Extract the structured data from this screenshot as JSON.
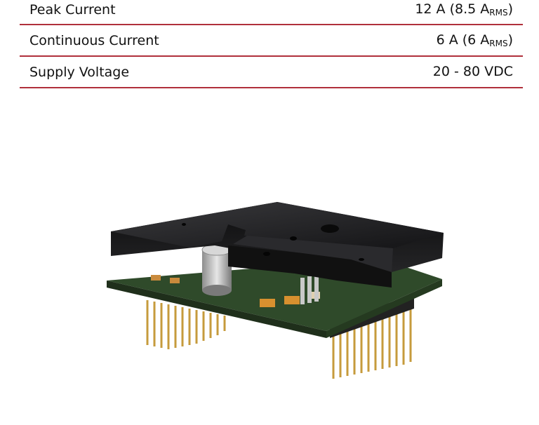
{
  "specs": [
    {
      "label": "Peak Current",
      "value_main": "12 A (8.5 A",
      "value_sub": "RMS",
      "value_end": ")"
    },
    {
      "label": "Continuous Current",
      "value_main": "6 A (6 A",
      "value_sub": "RMS",
      "value_end": ")"
    },
    {
      "label": "Supply Voltage",
      "value_main": "20 - 80 VDC",
      "value_sub": "",
      "value_end": ""
    }
  ],
  "colors": {
    "divider": "#b0303b",
    "heatsink": "#1b1b1d",
    "pcb": "#2f4a2a"
  },
  "image": {
    "subject": "servo-drive-module-photo"
  }
}
